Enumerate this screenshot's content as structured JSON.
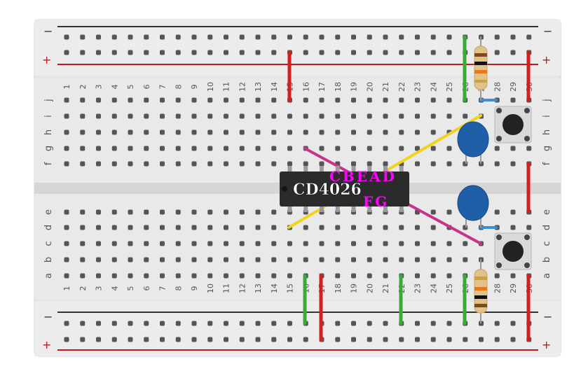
{
  "breadboard": {
    "columns": [
      "1",
      "2",
      "3",
      "4",
      "5",
      "6",
      "7",
      "8",
      "9",
      "10",
      "11",
      "12",
      "13",
      "14",
      "15",
      "16",
      "17",
      "18",
      "19",
      "20",
      "21",
      "22",
      "23",
      "24",
      "25",
      "26",
      "27",
      "28",
      "29",
      "30"
    ],
    "rows_top": [
      "j",
      "i",
      "h",
      "g",
      "f"
    ],
    "rows_bottom": [
      "e",
      "d",
      "c",
      "b",
      "a"
    ],
    "rail_minus": "−",
    "rail_plus": "+"
  },
  "chip": {
    "label": "CD4026",
    "segment_letters_top": "CBEAD",
    "segment_letters_bottom": "FG"
  },
  "colors": {
    "board": "#dcdcdc",
    "rail_red": "#c0181d",
    "rail_black": "#333333",
    "wire_green": "#3aaa35",
    "wire_red": "#d22020",
    "wire_yellow": "#f2d21b",
    "wire_magenta": "#c8338a",
    "capacitor": "#1f5fa8",
    "segment_text": "#ff00ff"
  }
}
